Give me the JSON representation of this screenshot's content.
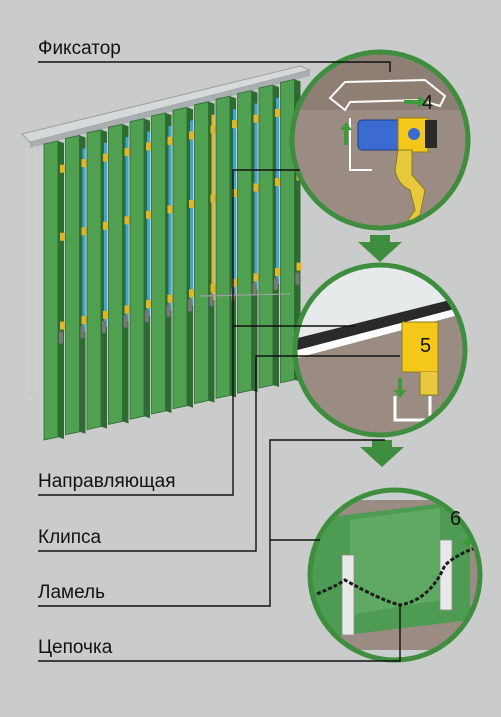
{
  "labels": {
    "fiksator": "Фиксатор",
    "napravlyayushchaya": "Направляющая",
    "klipsa": "Клипса",
    "lamel": "Ламель",
    "cepochka": "Цепочка"
  },
  "steps": {
    "step4": "4",
    "step5": "5",
    "step6": "6"
  },
  "colors": {
    "background": "#c9cccb",
    "lamella_green": "#4fa050",
    "lamella_dark": "#2e6b32",
    "rail": "#bfc3c4",
    "connector_blue": "#3aa7d8",
    "connector_yellow": "#e2b42a",
    "circle_border": "#3f8e3f",
    "circle_fill_brown": "#9a8c82",
    "arrow_green": "#3d9a3d"
  }
}
